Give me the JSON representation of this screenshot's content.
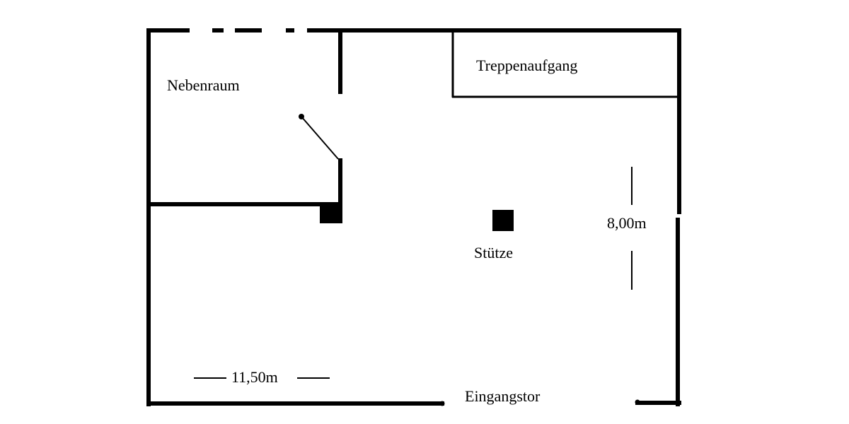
{
  "floor_plan": {
    "rooms": {
      "side_room": "Nebenraum",
      "staircase": "Treppenaufgang"
    },
    "elements": {
      "column": "Stütze",
      "entrance_gate": "Eingangstor"
    },
    "dimensions": {
      "width": "11,50m",
      "depth": "8,00m"
    },
    "colors": {
      "walls": "#000000",
      "background": "#ffffff"
    }
  }
}
